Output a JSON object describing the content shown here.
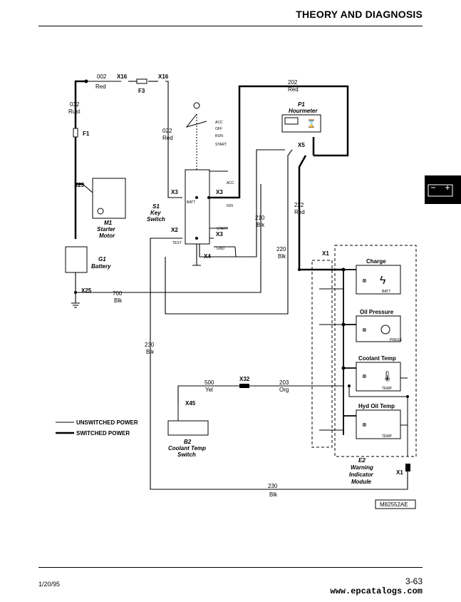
{
  "header": {
    "title": "THEORY AND DIAGNOSIS"
  },
  "footer": {
    "date": "1/20/95",
    "page": "3-63",
    "website": "www.epcatalogs.com"
  },
  "diagram": {
    "wires": {
      "w002": {
        "num": "002",
        "color": "Red"
      },
      "w032": {
        "num": "032",
        "color": "Rust"
      },
      "w022": {
        "num": "022",
        "color": "Red"
      },
      "w202": {
        "num": "202",
        "color": "Red"
      },
      "w210": {
        "num": "210",
        "color": "Blk"
      },
      "w220": {
        "num": "220",
        "color": "Blk"
      },
      "w222": {
        "num": "222",
        "color": "Red"
      },
      "w700": {
        "num": "700",
        "color": "Blk"
      },
      "w230a": {
        "num": "230",
        "color": "Blk"
      },
      "w230b": {
        "num": "230",
        "color": "Blk"
      },
      "w500": {
        "num": "500",
        "color": "Yel"
      },
      "w203": {
        "num": "203",
        "color": "Org"
      }
    },
    "connectors": {
      "x16a": "X16",
      "x16b": "X16",
      "x29": "X29",
      "x25": "X25",
      "x3a": "X3",
      "x3b": "X3",
      "x3c": "X3",
      "x2": "X2",
      "x4": "X4",
      "x5": "X5",
      "x1a": "X1",
      "x1b": "X1",
      "x32": "X32",
      "x45": "X45"
    },
    "components": {
      "f3": "F3",
      "f1": "F1",
      "m1": {
        "id": "M1",
        "line1": "Starter",
        "line2": "Motor"
      },
      "g1": {
        "id": "G1",
        "line1": "Battery"
      },
      "s1": {
        "id": "S1",
        "line1": "Key",
        "line2": "Switch"
      },
      "p1": {
        "id": "P1",
        "line1": "Hourmeter"
      },
      "e2": {
        "id": "E2",
        "line1": "Warning",
        "line2": "Indicator",
        "line3": "Module"
      },
      "b2": {
        "id": "B2",
        "line1": "Coolant Temp",
        "line2": "Switch"
      }
    },
    "switch_positions": [
      "ACC",
      "OFF",
      "RUN",
      "START"
    ],
    "switch_terminals": {
      "acc": "ACC",
      "bat": "BATT",
      "ign": "IGN",
      "start": "START",
      "test": "TEST",
      "gnd": "GND"
    },
    "indicators": [
      {
        "label": "Charge",
        "sub": "BATT"
      },
      {
        "label": "Oil Pressure",
        "sub": "PRESS"
      },
      {
        "label": "Coolant Temp",
        "sub": "TEMP"
      },
      {
        "label": "Hyd Oil Temp",
        "sub": "TEMP"
      }
    ],
    "legend": {
      "unswitched": "UNSWITCHED POWER",
      "switched": "SWITCHED POWER"
    },
    "figure_id": "M82552AE"
  }
}
